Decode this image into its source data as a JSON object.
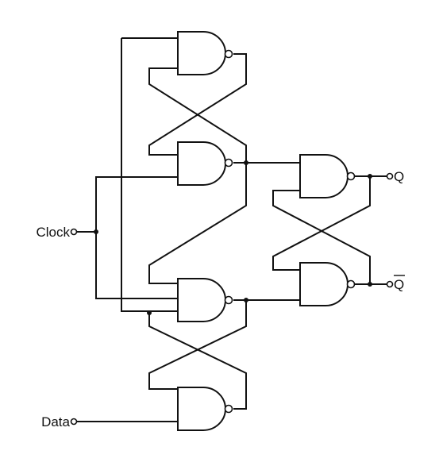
{
  "labels": {
    "clock": "Clock",
    "data": "Data",
    "q": "Q",
    "q_bar": "Q"
  },
  "colors": {
    "line": "#111111",
    "background": "#ffffff"
  }
}
